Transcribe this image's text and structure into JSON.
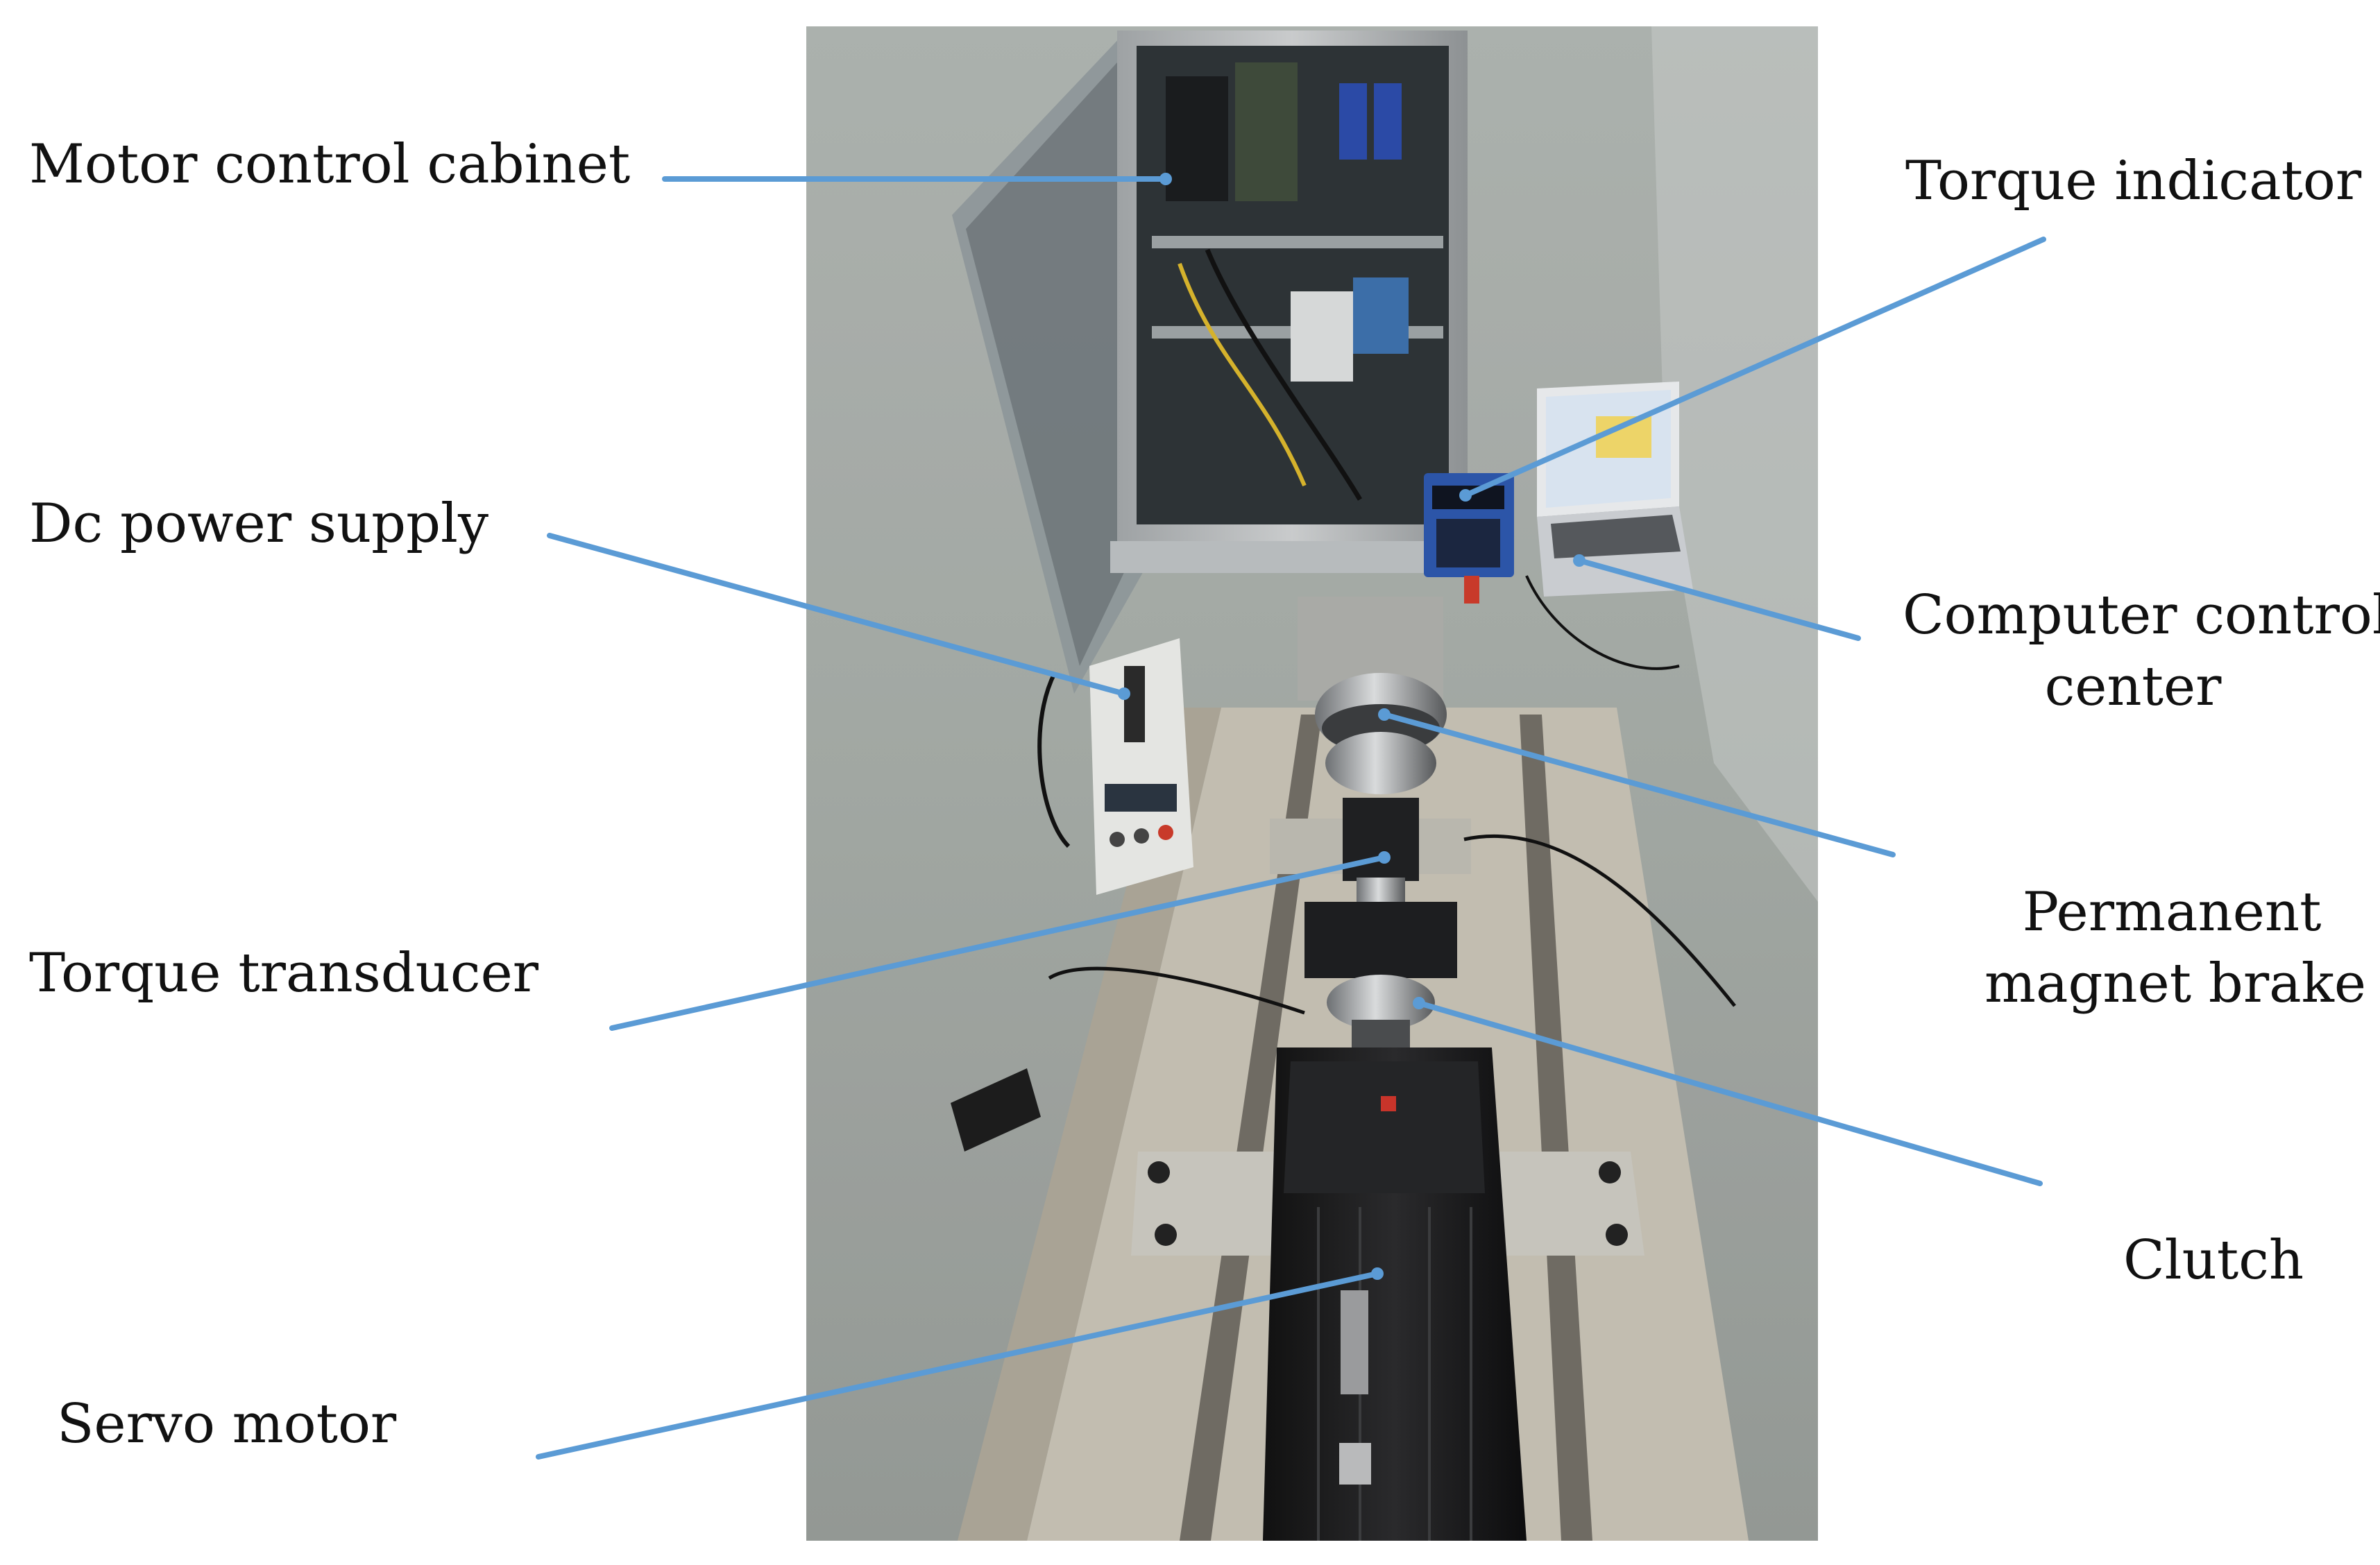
{
  "colors": {
    "leader_line": "#5b9bd5",
    "label_text": "#111111",
    "background": "#ffffff"
  },
  "photo": {
    "components": [
      "motor-control-cabinet",
      "dc-power-supply",
      "torque-indicator",
      "laptop-computer",
      "permanent-magnet-brake",
      "torque-transducer",
      "clutch",
      "servo-motor",
      "test-bench-rails"
    ]
  },
  "labels": {
    "motor_control_cabinet": "Motor control cabinet",
    "dc_power_supply": "Dc power supply",
    "torque_transducer": "Torque transducer",
    "servo_motor": "Servo motor",
    "torque_indicator": "Torque indicator",
    "computer_control_center_line1": "Computer control",
    "computer_control_center_line2": "center",
    "permanent_magnet_brake_line1": "Permanent",
    "permanent_magnet_brake_line2": "magnet brake",
    "clutch": "Clutch"
  }
}
